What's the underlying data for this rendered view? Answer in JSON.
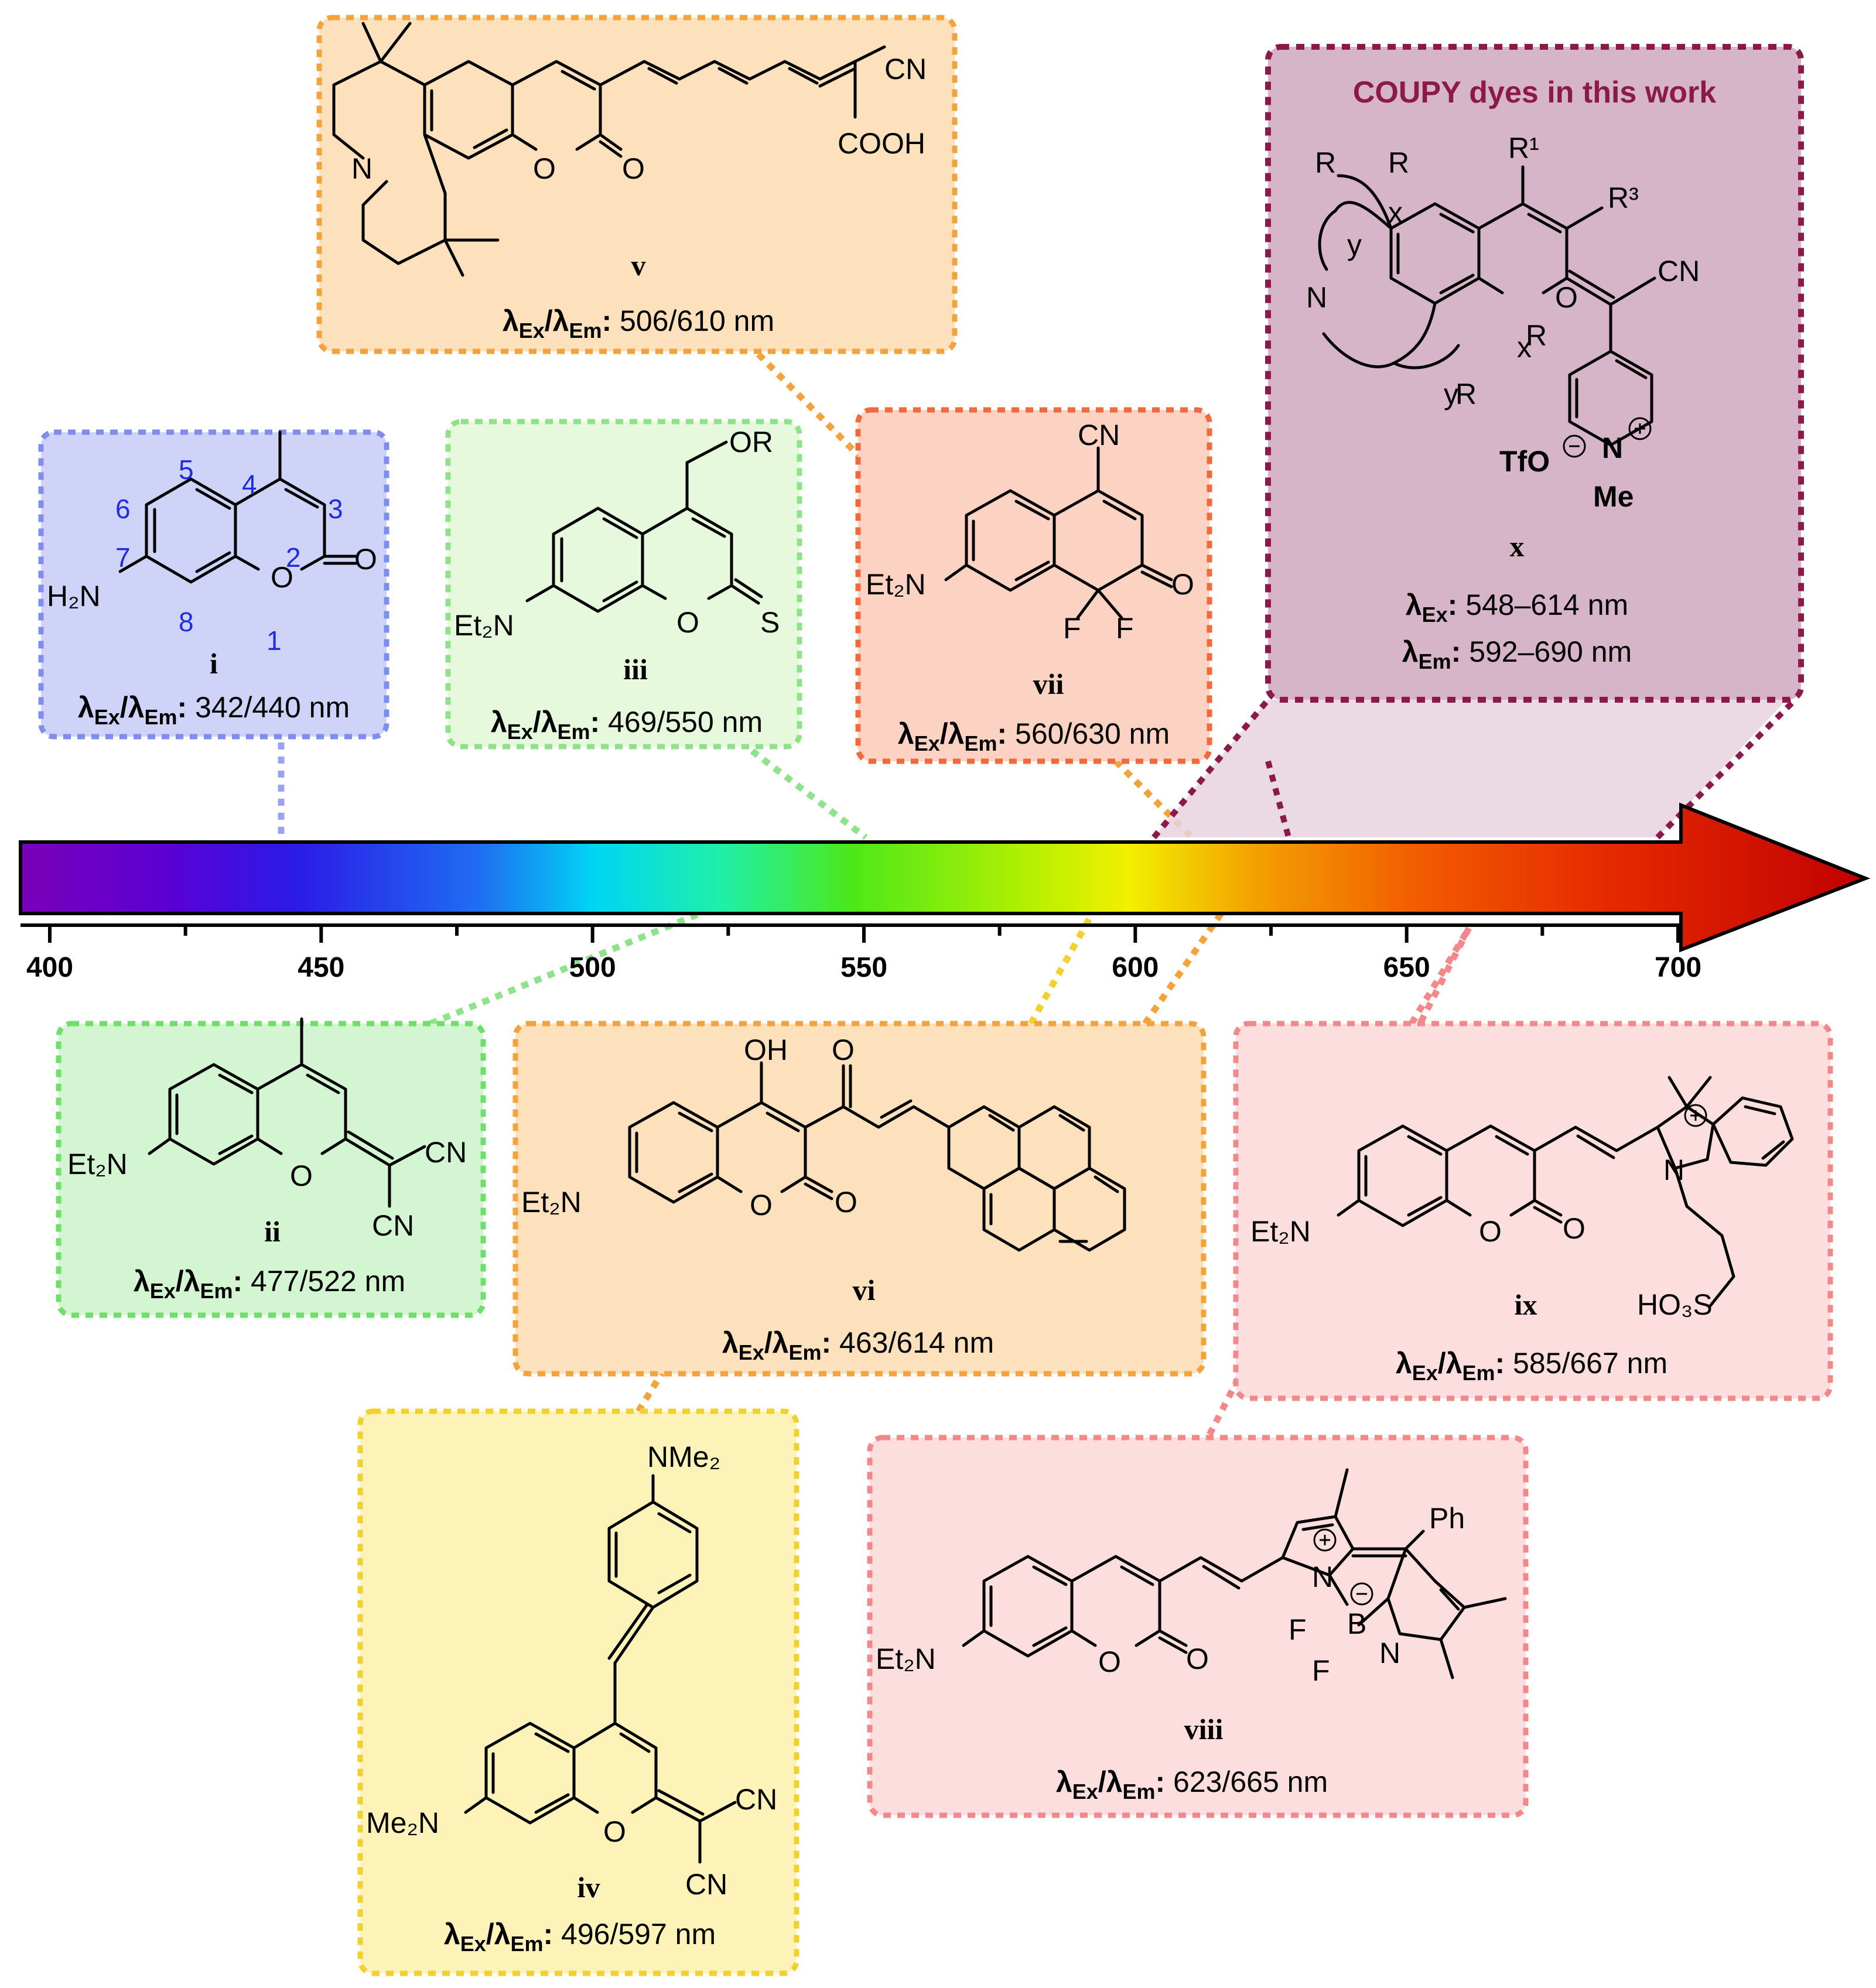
{
  "axis": {
    "ticks": [
      "400",
      "450",
      "500",
      "550",
      "600",
      "650",
      "700"
    ],
    "min": 400,
    "max": 700
  },
  "compounds": {
    "i": {
      "name": "i",
      "spec": "342/440 nm",
      "ex": 342,
      "em": 440,
      "atoms": {
        "amine": "H₂N",
        "o_ring": "O",
        "o_carbonyl": "O"
      },
      "positions": [
        "5",
        "4",
        "3",
        "6",
        "2",
        "7",
        "8",
        "1"
      ],
      "fill": "#cfd3f7",
      "border": "#7f8cf0"
    },
    "ii": {
      "name": "ii",
      "spec": "477/522 nm",
      "ex": 477,
      "em": 522,
      "atoms": {
        "amine": "Et₂N",
        "o_ring": "O",
        "cn_a": "CN",
        "cn_b": "CN"
      },
      "fill": "#d4f5d1",
      "border": "#6ee06a"
    },
    "iii": {
      "name": "iii",
      "spec": "469/550 nm",
      "ex": 469,
      "em": 550,
      "atoms": {
        "amine": "Et₂N",
        "o_ring": "O",
        "s": "S",
        "or": "OR"
      },
      "fill": "#e6f9dd",
      "border": "#8ee28a"
    },
    "iv": {
      "name": "iv",
      "spec": "496/597 nm",
      "ex": 496,
      "em": 597,
      "atoms": {
        "amine": "Me₂N",
        "o_ring": "O",
        "nme2": "NMe₂",
        "cn_a": "CN",
        "cn_b": "CN"
      },
      "fill": "#fdf2b8",
      "border": "#f2d02e"
    },
    "v": {
      "name": "v",
      "spec": "506/610 nm",
      "ex": 506,
      "em": 610,
      "atoms": {
        "n": "N",
        "o_ring": "O",
        "o_carbonyl": "O",
        "cn": "CN",
        "cooh": "COOH"
      },
      "fill": "#fde0bc",
      "border": "#f4a23c"
    },
    "vi": {
      "name": "vi",
      "spec": "463/614 nm",
      "ex": 463,
      "em": 614,
      "atoms": {
        "amine": "Et₂N",
        "o_ring": "O",
        "o_carbonyl": "O",
        "oh": "OH",
        "o_ketone": "O"
      },
      "fill": "#fde0bc",
      "border": "#f4a23c"
    },
    "vii": {
      "name": "vii",
      "spec": "560/630 nm",
      "ex": 560,
      "em": 630,
      "atoms": {
        "amine": "Et₂N",
        "cn": "CN",
        "o": "O",
        "f_a": "F",
        "f_b": "F"
      },
      "fill": "#fcd2c3",
      "border": "#f26a3c"
    },
    "viii": {
      "name": "viii",
      "spec": "623/665 nm",
      "ex": 623,
      "em": 665,
      "atoms": {
        "amine": "Et₂N",
        "o_ring": "O",
        "o_carbonyl": "O",
        "n_a": "N",
        "n_b": "N",
        "b": "B",
        "f_a": "F",
        "f_b": "F",
        "ph": "Ph"
      },
      "fill": "#fcdede",
      "border": "#f2888a"
    },
    "ix": {
      "name": "ix",
      "spec": "585/667 nm",
      "ex": 585,
      "em": 667,
      "atoms": {
        "amine": "Et₂N",
        "o_ring": "O",
        "o_carbonyl": "O",
        "n": "N",
        "so3h": "HO₃S"
      },
      "fill": "#fcdede",
      "border": "#f2888a"
    },
    "x": {
      "name": "x",
      "title": "COUPY dyes in this work",
      "ex_range": "548–614 nm",
      "em_range": "592–690 nm",
      "atoms": {
        "n": "N",
        "o_ring": "O",
        "cn": "CN",
        "r1": "R¹",
        "r3": "R³",
        "r_a": "R",
        "r_b": "R",
        "r_c": "R",
        "r_d": "R",
        "x_a": "x",
        "x_b": "x",
        "y_a": "y",
        "y_b": "y",
        "n_py": "N",
        "me": "Me",
        "tfo": "TfO"
      },
      "fill": "#d7b5c8",
      "border": "#8b1a4a"
    }
  },
  "labels": {
    "lambda": "λ",
    "ex": "Ex",
    "em": "Em",
    "slash": "/",
    "colon": ": "
  }
}
